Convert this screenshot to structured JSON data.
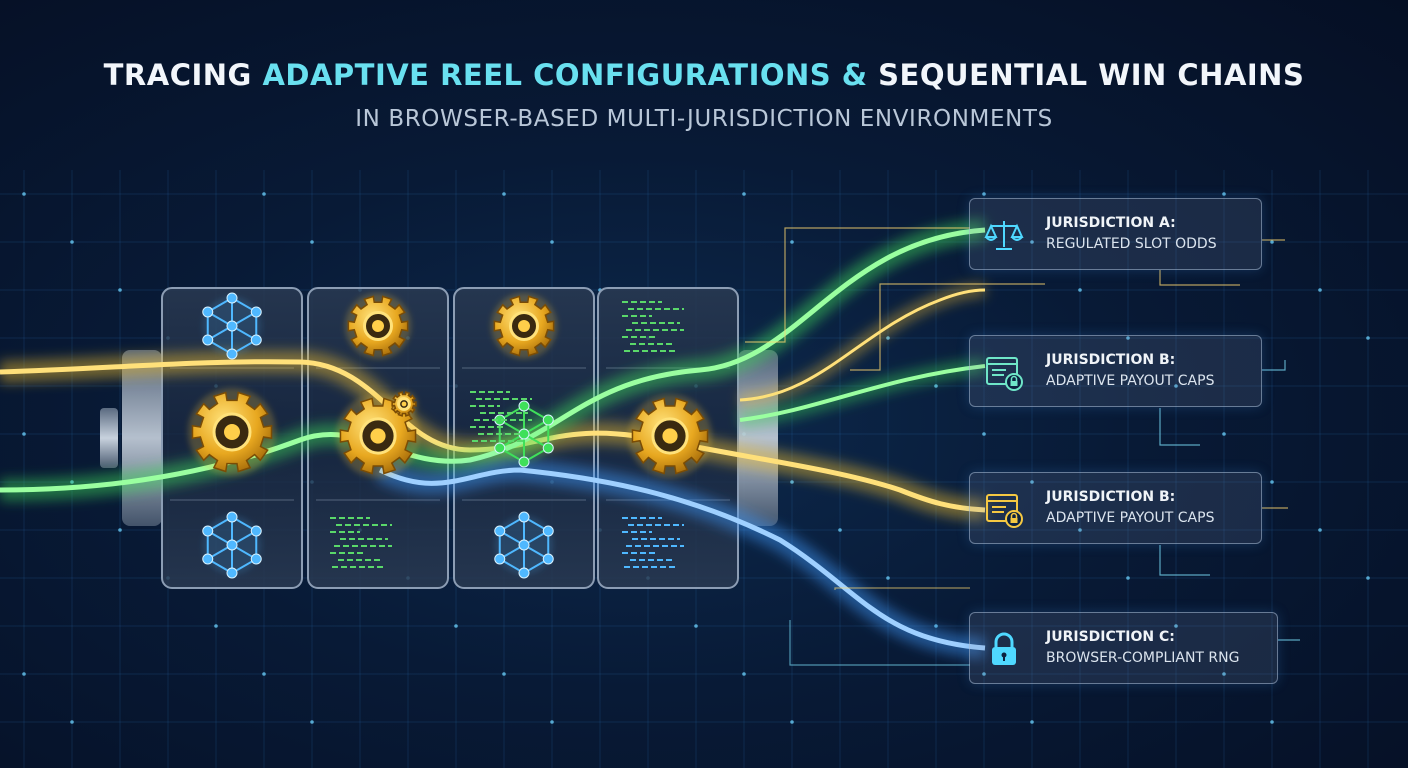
{
  "header": {
    "title_part1": "TRACING ",
    "title_accent": "ADAPTIVE REEL CONFIGURATIONS &",
    "title_part2": " SEQUENTIAL WIN CHAINS",
    "subtitle": "IN BROWSER-BASED MULTI-JURISDICTION ENVIRONMENTS"
  },
  "jurisdictions": [
    {
      "title": "JURISDICTION A:",
      "subtitle": "REGULATED SLOT ODDS",
      "icon": "scales-icon"
    },
    {
      "title": "JURISDICTION B:",
      "subtitle": "ADAPTIVE PAYOUT CAPS",
      "icon": "browser-lock-icon"
    },
    {
      "title": "JURISDICTION B:",
      "subtitle": "ADAPTIVE PAYOUT CAPS",
      "icon": "browser-lock-icon"
    },
    {
      "title": "JURISDICTION C:",
      "subtitle": "BROWSER-COMPLIANT RNG",
      "icon": "padlock-icon"
    }
  ],
  "colors": {
    "background": "#081a36",
    "accent_text": "#69e0f0",
    "gold": "#f5c02e",
    "green": "#3fe05a",
    "blue": "#3d9bff",
    "cyan": "#4fd8ff"
  }
}
